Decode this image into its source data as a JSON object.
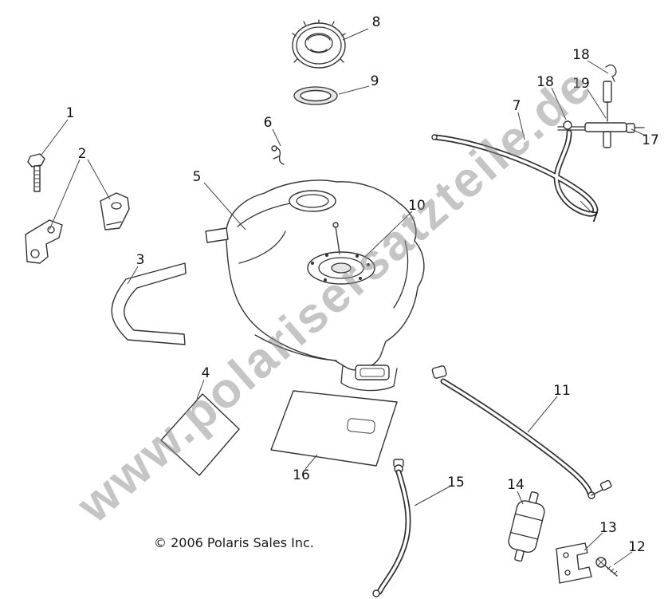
{
  "watermark": {
    "text": "www.polarisersatzteile.de"
  },
  "copyright": {
    "text": "© 2006 Polaris Sales Inc."
  },
  "callouts": {
    "n1": {
      "label": "1"
    },
    "n2": {
      "label": "2"
    },
    "n3": {
      "label": "3"
    },
    "n4": {
      "label": "4"
    },
    "n5": {
      "label": "5"
    },
    "n6": {
      "label": "6"
    },
    "n7_top": {
      "label": "7"
    },
    "n7_right": {
      "label": "7"
    },
    "n8": {
      "label": "8"
    },
    "n9": {
      "label": "9"
    },
    "n10": {
      "label": "10"
    },
    "n11": {
      "label": "11"
    },
    "n12": {
      "label": "12"
    },
    "n13": {
      "label": "13"
    },
    "n14": {
      "label": "14"
    },
    "n15": {
      "label": "15"
    },
    "n16": {
      "label": "16"
    },
    "n17": {
      "label": "17"
    },
    "n18_top": {
      "label": "18"
    },
    "n18_mid": {
      "label": "18"
    },
    "n19": {
      "label": "19"
    }
  }
}
